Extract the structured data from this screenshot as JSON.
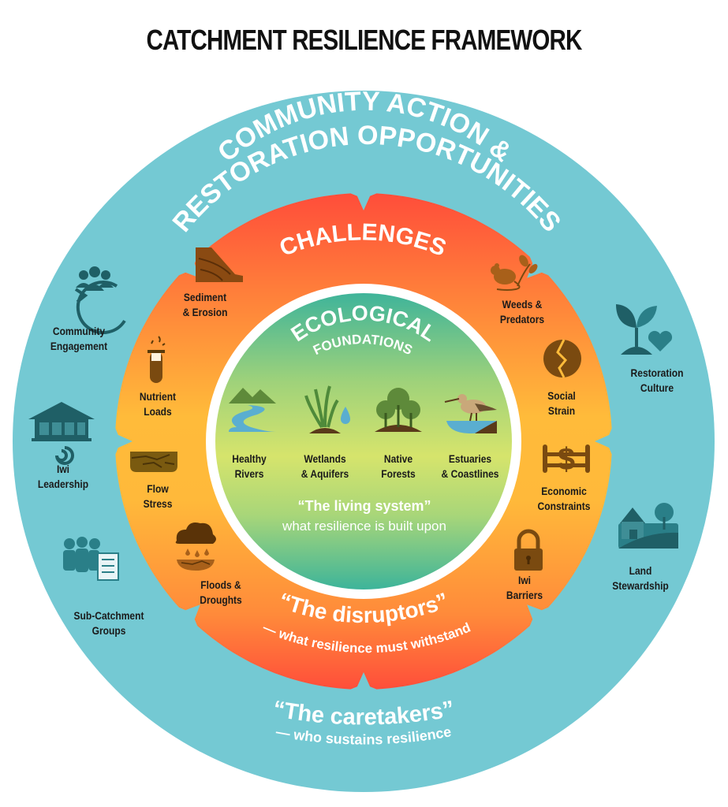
{
  "title": "CATCHMENT RESILIENCE FRAMEWORK",
  "colors": {
    "outer_ring": "#74c9d3",
    "challenge_top": "#ff5a3a",
    "challenge_mid": "#ffb93a",
    "core_top": "#3fb69a",
    "core_mid": "#c8e06a",
    "icon_teal": "#1f5f66",
    "icon_brown": "#7a4a10"
  },
  "outer": {
    "heading_line1": "COMMUNITY  ACTION &",
    "heading_line2": "RESTORATION OPPORTUNITIES",
    "tagline": "“The caretakers”",
    "subtagline": "— who sustains resilience",
    "items": [
      {
        "icon": "community-cycle-icon",
        "line1": "Community",
        "line2": "Engagement"
      },
      {
        "icon": "marae-house-icon",
        "line1": "Iwi",
        "line2": "Leadership"
      },
      {
        "icon": "group-document-icon",
        "line1": "Sub-Catchment",
        "line2": "Groups"
      },
      {
        "icon": "seedling-heart-icon",
        "line1": "Restoration",
        "line2": "Culture"
      },
      {
        "icon": "farm-barn-icon",
        "line1": "Land",
        "line2": "Stewardship"
      }
    ]
  },
  "challenges": {
    "heading": "CHALLENGES",
    "tagline": "“The disruptors”",
    "subtagline": "— what resilience must withstand",
    "items": [
      {
        "icon": "eroding-slope-icon",
        "line1": "Sediment",
        "line2": "& Erosion"
      },
      {
        "icon": "test-tube-icon",
        "line1": "Nutrient",
        "line2": "Loads"
      },
      {
        "icon": "cracked-ground-icon",
        "line1": "Flow",
        "line2": "Stress"
      },
      {
        "icon": "rain-cloud-drought-icon",
        "line1": "Floods &",
        "line2": "Droughts"
      },
      {
        "icon": "rat-weed-icon",
        "line1": "Weeds &",
        "line2": "Predators"
      },
      {
        "icon": "cracked-circle-icon",
        "line1": "Social",
        "line2": "Strain"
      },
      {
        "icon": "dollar-fence-icon",
        "line1": "Economic",
        "line2": "Constraints"
      },
      {
        "icon": "padlock-icon",
        "line1": "Iwi",
        "line2": "Barriers"
      }
    ]
  },
  "core": {
    "heading": "ECOLOGICAL",
    "subheading": "FOUNDATIONS",
    "tagline": "“The living system”",
    "subtagline": "what resilience is built upon",
    "items": [
      {
        "icon": "river-mountains-icon",
        "line1": "Healthy",
        "line2": "Rivers"
      },
      {
        "icon": "wetland-reeds-icon",
        "line1": "Wetlands",
        "line2": "& Aquifers"
      },
      {
        "icon": "forest-trees-icon",
        "line1": "Native",
        "line2": "Forests"
      },
      {
        "icon": "shorebird-icon",
        "line1": "Estuaries",
        "line2": "& Coastlines"
      }
    ]
  }
}
